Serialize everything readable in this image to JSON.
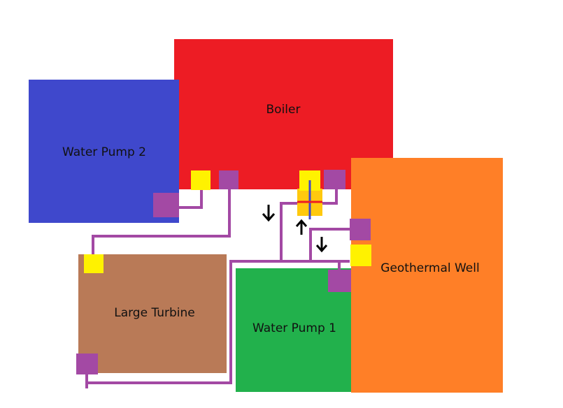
{
  "labels": {
    "boiler": "Boiler",
    "water_pump_2": "Water Pump 2",
    "large_turbine": "Large Turbine",
    "water_pump_1": "Water Pump 1",
    "geothermal_well": "Geothermal Well"
  },
  "colors": {
    "boiler": "#ed1c24",
    "water_pump_2": "#3f48cc",
    "large_turbine": "#b97a57",
    "water_pump_1": "#22b14c",
    "geothermal_well": "#ff7f27",
    "port_yellow": "#fff200",
    "port_purple": "#a349a4",
    "pipe": "#a349a4",
    "blue_pipe": "#3f48cc",
    "orange_port": "#ffc90e",
    "arrow": "#000000"
  },
  "arrows": [
    "down",
    "up",
    "down"
  ]
}
